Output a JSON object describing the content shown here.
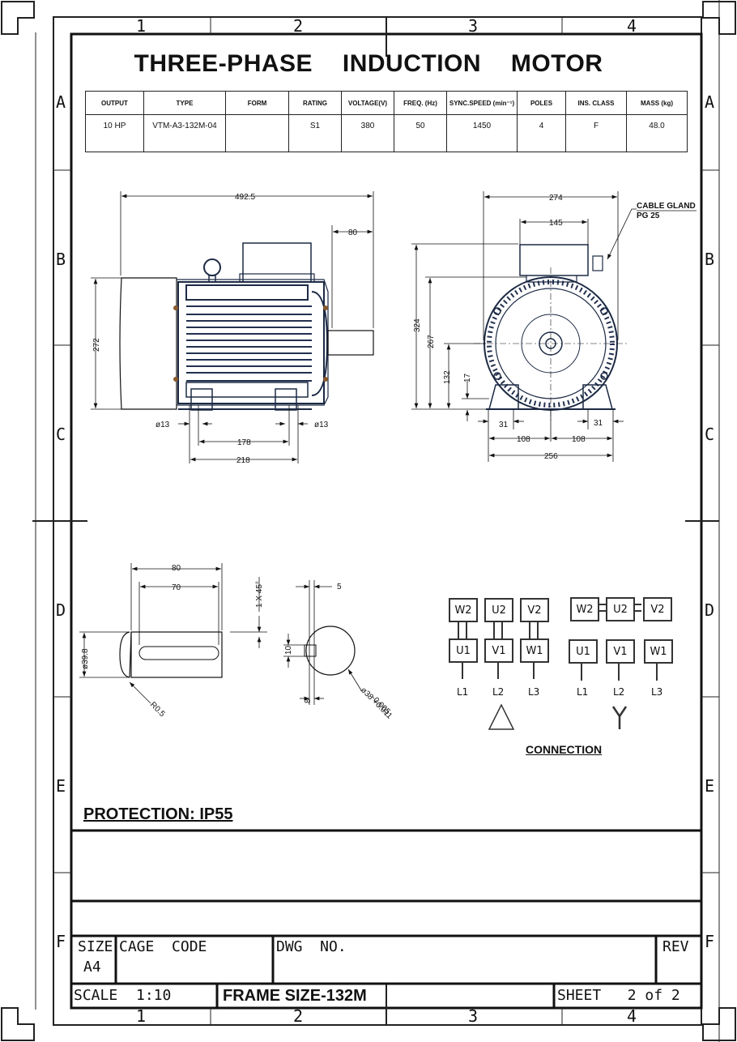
{
  "title": "THREE-PHASE    INDUCTION   MOTOR",
  "zones": {
    "columns": [
      "1",
      "2",
      "3",
      "4"
    ],
    "rows": [
      "A",
      "B",
      "C",
      "D",
      "E",
      "F"
    ]
  },
  "spec_table": {
    "headers": [
      "OUTPUT",
      "TYPE",
      "FORM",
      "RATING",
      "VOLTAGE(V)",
      "FREQ. (Hz)",
      "SYNC.SPEED (min⁻¹)",
      "POLES",
      "INS. CLASS",
      "MASS (kg)"
    ],
    "values": [
      "10 HP",
      "VTM-A3-132M-04",
      "",
      "S1",
      "380",
      "50",
      "1450",
      "4",
      "F",
      "48.0"
    ]
  },
  "dimensions": {
    "side": {
      "overall_length": "492.5",
      "shaft_len": "80",
      "height": "272",
      "hole_left": "ø13",
      "hole_right": "ø13",
      "foot_span": "178",
      "foot_width": "218"
    },
    "front": {
      "width": "274",
      "box_width": "145",
      "gland": "CABLE GLAND",
      "gland_size": "PG 25",
      "h_total": "324",
      "h_267": "267",
      "h_132": "132",
      "h_17": "17",
      "c31_left": "31",
      "c31_right": "31",
      "half_l": "108",
      "half_r": "108",
      "overall": "256"
    },
    "shaft": {
      "len80": "80",
      "len70": "70",
      "chamfer": "1 X 45°",
      "dia": "ø39.8",
      "radius": "R0.5"
    },
    "key": {
      "w5": "5",
      "d10": "10",
      "d8": "8",
      "shaft_dia": "ø38 +0.011",
      "shaft_tol": "-0.005"
    }
  },
  "connection": {
    "label": "CONNECTION",
    "delta": {
      "top": [
        "W2",
        "U2",
        "V2"
      ],
      "bottom": [
        "U1",
        "V1",
        "W1"
      ],
      "lines": [
        "L1",
        "L2",
        "L3"
      ]
    },
    "star": {
      "top": [
        "W2",
        "U2",
        "V2"
      ],
      "bottom": [
        "U1",
        "V1",
        "W1"
      ],
      "lines": [
        "L1",
        "L2",
        "L3"
      ]
    }
  },
  "protection": "PROTECTION: IP55",
  "title_block": {
    "size_label": "SIZE",
    "size_value": "A4",
    "cage_code": "CAGE  CODE",
    "dwg_no": "DWG  NO.",
    "rev": "REV",
    "scale_label": "SCALE",
    "scale_value": "1:10",
    "frame_size": "FRAME SIZE-132M",
    "sheet": "SHEET   2 of 2"
  }
}
